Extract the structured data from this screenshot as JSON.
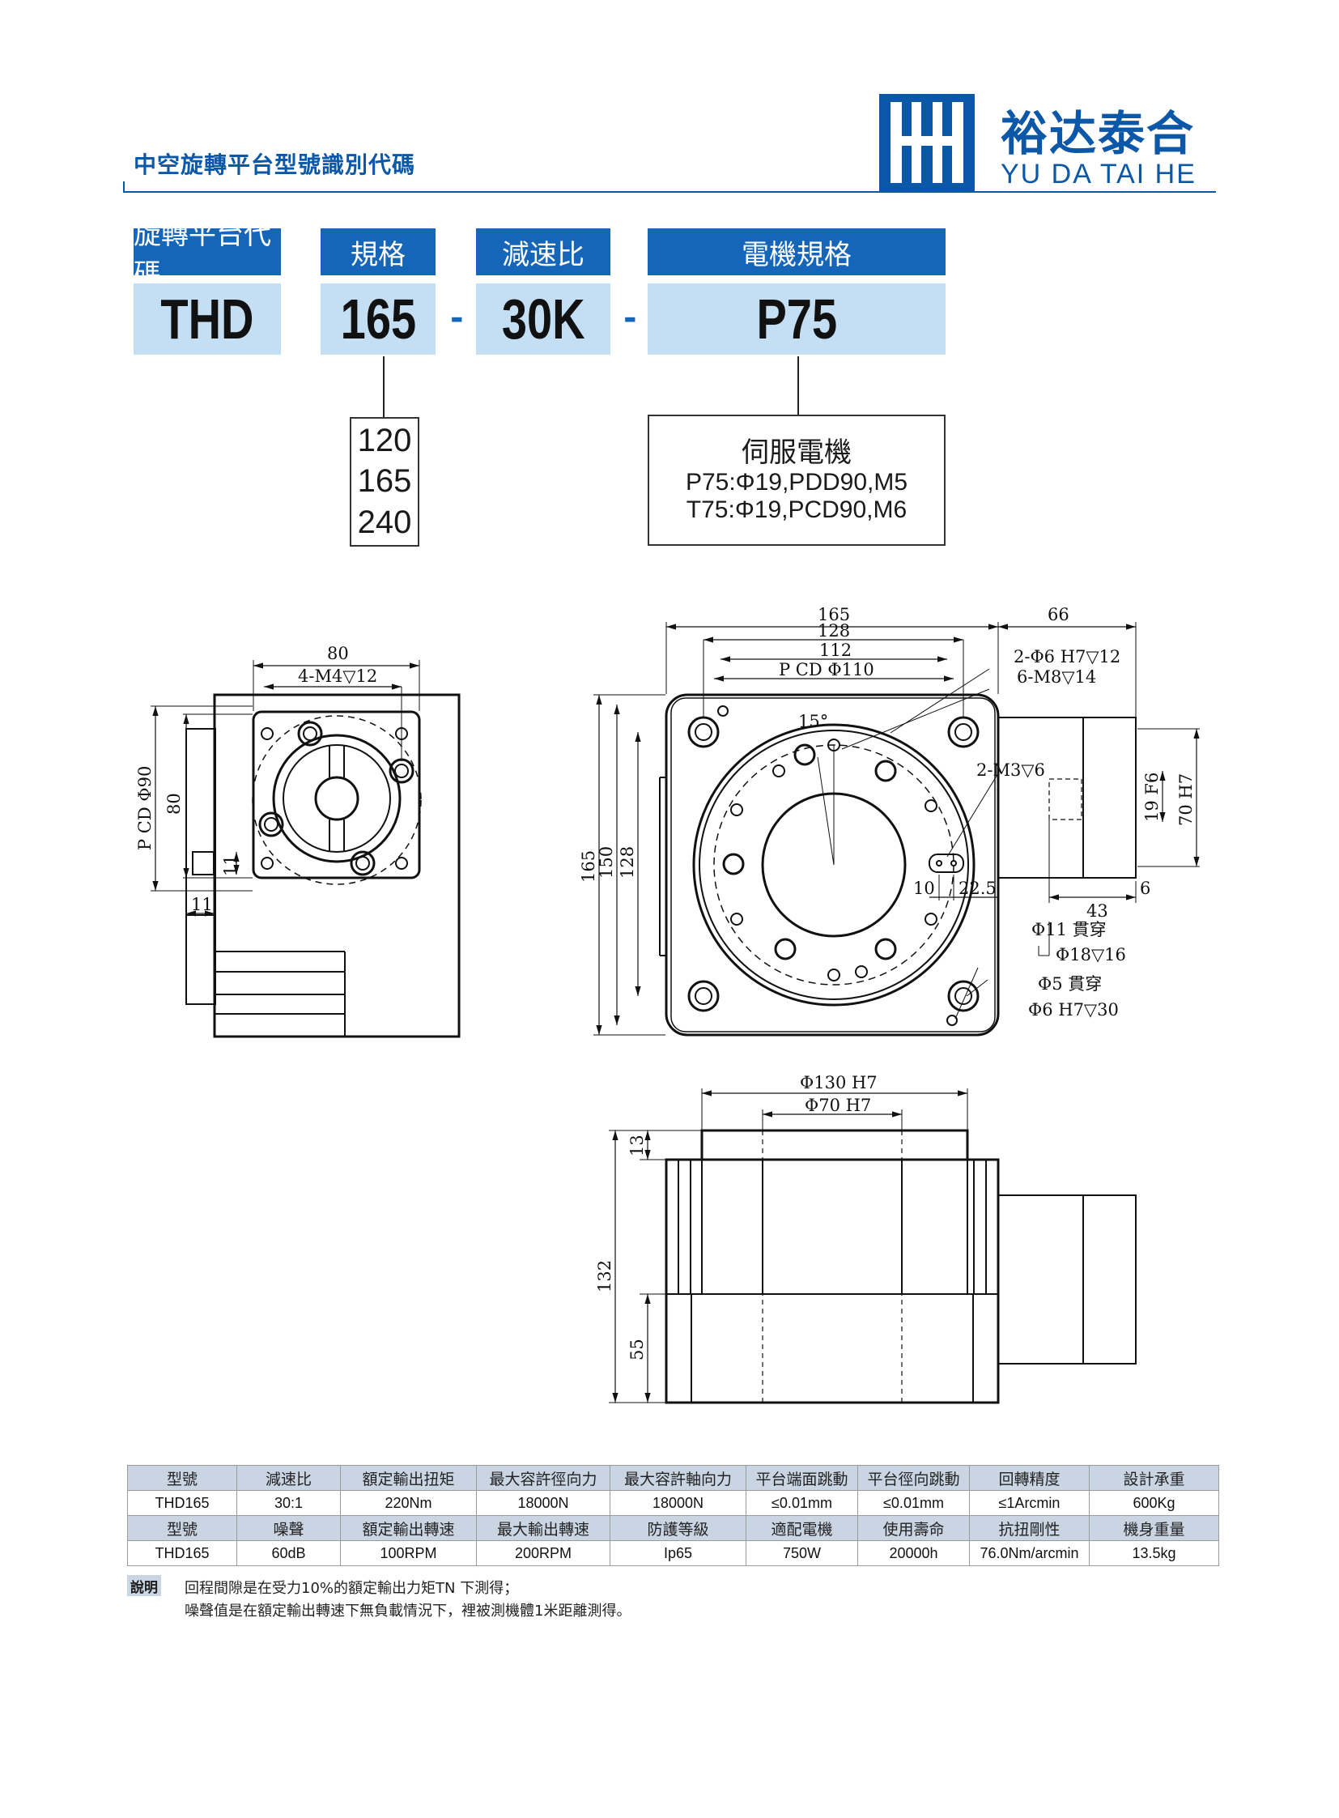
{
  "header": {
    "title": "中空旋轉平台型號識別代碼",
    "brand_cn": "裕达泰合",
    "brand_en": "YU DA TAI HE",
    "brand_color": "#0b57a8"
  },
  "code": {
    "segments": [
      {
        "label": "旋轉平台代碼",
        "value": "THD"
      },
      {
        "label": "規格",
        "value": "165"
      },
      {
        "label": "減速比",
        "value": "30K"
      },
      {
        "label": "電機規格",
        "value": "P75"
      }
    ],
    "separator": "-",
    "size_options": [
      "120",
      "165",
      "240"
    ],
    "motor": {
      "title": "伺服電機",
      "options": [
        "P75:Φ19,PDD90,M5",
        "T75:Φ19,PCD90,M6"
      ]
    },
    "header_color": "#1565b8",
    "value_color": "#c4def4"
  },
  "drawing": {
    "side": {
      "dim_80_top": "80",
      "thread": "4-M4▽12",
      "pcd": "P CD Φ90",
      "dim_80_left": "80",
      "dim_11_v": "11",
      "dim_11_h": "11"
    },
    "top": {
      "d165": "165",
      "d66": "66",
      "d128": "128",
      "d112": "112",
      "pcd110": "P CD Φ110",
      "pin": "2-Φ6 H7▽12",
      "m8": "6-M8▽14",
      "angle": "15°",
      "m3": "2-M3▽6",
      "d10": "10",
      "d22": "22.5",
      "d43": "43",
      "d6": "6",
      "shaft": "19 F6",
      "flange": "70 H7",
      "h165": "165",
      "h150": "150",
      "h128": "128",
      "hole11": "Φ11 貫穿",
      "cbore": "Φ18▽16",
      "hole5": "Φ5 貫穿",
      "hole6": "Φ6 H7▽30"
    },
    "front": {
      "d130": "Φ130 H7",
      "d70": "Φ70 H7",
      "d13": "13",
      "d132": "132",
      "d55": "55"
    }
  },
  "specs": {
    "header1": [
      "型號",
      "減速比",
      "額定輸出扭矩",
      "最大容許徑向力",
      "最大容許軸向力",
      "平台端面跳動",
      "平台徑向跳動",
      "回轉精度",
      "設計承重"
    ],
    "row1": [
      "THD165",
      "30:1",
      "220Nm",
      "18000N",
      "18000N",
      "≤0.01mm",
      "≤0.01mm",
      "≤1Arcmin",
      "600Kg"
    ],
    "header2": [
      "型號",
      "噪聲",
      "額定輸出轉速",
      "最大輸出轉速",
      "防護等級",
      "適配電機",
      "使用壽命",
      "抗扭剛性",
      "機身重量"
    ],
    "row2": [
      "THD165",
      "60dB",
      "100RPM",
      "200RPM",
      "Ip65",
      "750W",
      "20000h",
      "76.0Nm/arcmin",
      "13.5kg"
    ]
  },
  "notes": {
    "label": "說明",
    "line1": "回程間隙是在受力10%的額定輸出力矩TN 下測得；",
    "line2": "噪聲值是在額定輸出轉速下無負載情況下，裡被測機體1米距離測得。"
  }
}
